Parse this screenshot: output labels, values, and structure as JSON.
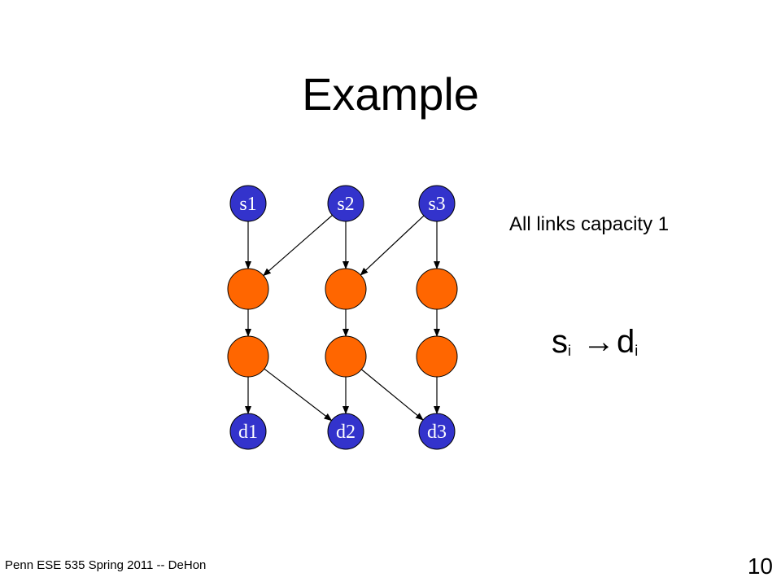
{
  "slide": {
    "title": "Example",
    "note": "All links capacity 1",
    "formula": {
      "left_base": "s",
      "left_sub": "i",
      "arrow": "→",
      "right_base": "d",
      "right_sub": "i"
    },
    "footer": "Penn ESE 535 Spring 2011 -- DeHon",
    "page_number": "10"
  },
  "diagram": {
    "colors": {
      "terminal_fill": "#3333CC",
      "intermediate_fill": "#FF6600",
      "edge": "#000000"
    },
    "nodes": [
      {
        "id": "s1",
        "label": "s1",
        "kind": "terminal"
      },
      {
        "id": "s2",
        "label": "s2",
        "kind": "terminal"
      },
      {
        "id": "s3",
        "label": "s3",
        "kind": "terminal"
      },
      {
        "id": "a1",
        "label": "",
        "kind": "intermediate"
      },
      {
        "id": "a2",
        "label": "",
        "kind": "intermediate"
      },
      {
        "id": "a3",
        "label": "",
        "kind": "intermediate"
      },
      {
        "id": "b1",
        "label": "",
        "kind": "intermediate"
      },
      {
        "id": "b2",
        "label": "",
        "kind": "intermediate"
      },
      {
        "id": "b3",
        "label": "",
        "kind": "intermediate"
      },
      {
        "id": "d1",
        "label": "d1",
        "kind": "terminal"
      },
      {
        "id": "d2",
        "label": "d2",
        "kind": "terminal"
      },
      {
        "id": "d3",
        "label": "d3",
        "kind": "terminal"
      }
    ],
    "edges": [
      {
        "from": "s1",
        "to": "a1"
      },
      {
        "from": "s2",
        "to": "a1"
      },
      {
        "from": "s2",
        "to": "a2"
      },
      {
        "from": "s3",
        "to": "a2"
      },
      {
        "from": "s3",
        "to": "a3"
      },
      {
        "from": "a1",
        "to": "b1"
      },
      {
        "from": "a2",
        "to": "b2"
      },
      {
        "from": "a3",
        "to": "b3"
      },
      {
        "from": "b1",
        "to": "d1"
      },
      {
        "from": "b1",
        "to": "d2"
      },
      {
        "from": "b2",
        "to": "d2"
      },
      {
        "from": "b2",
        "to": "d3"
      },
      {
        "from": "b3",
        "to": "d3"
      }
    ]
  }
}
